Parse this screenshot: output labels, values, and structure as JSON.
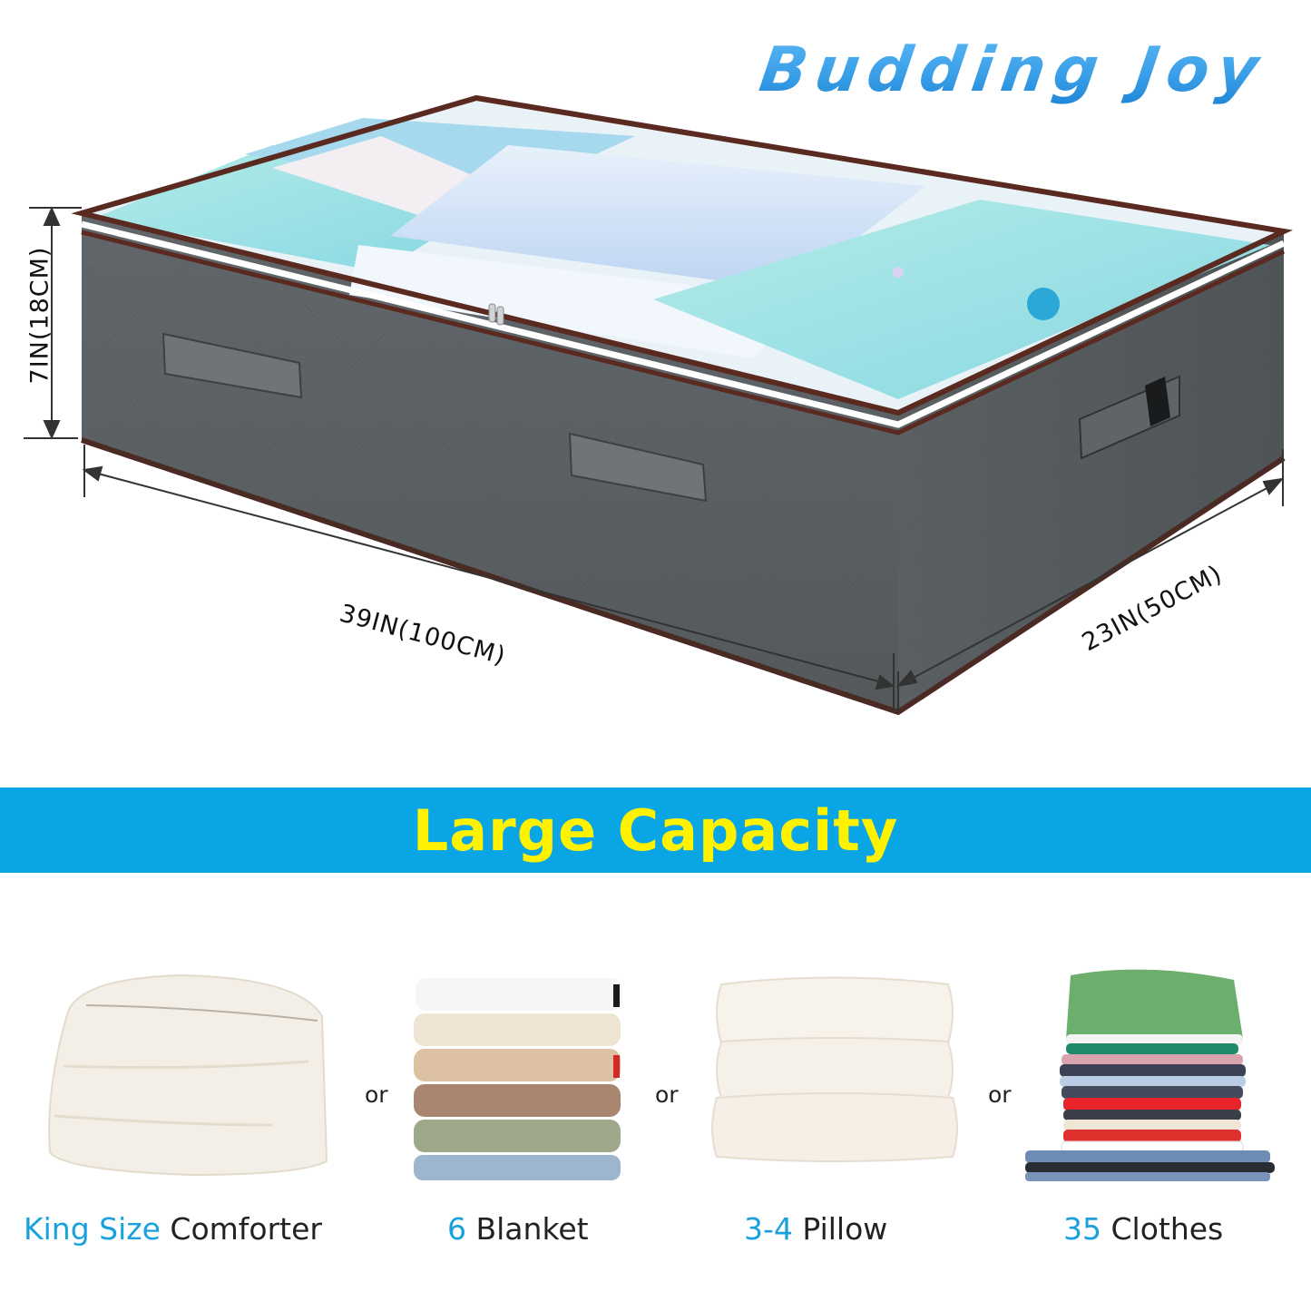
{
  "brand": {
    "name": "Budding Joy",
    "color": "#3a9fe8"
  },
  "product": {
    "type": "under-bed storage bag",
    "body_color": "#5b6064",
    "trim_color": "#5a2a20",
    "lid": "clear window with zipper",
    "handles": 3
  },
  "dimensions": {
    "height": "7IN(18CM)",
    "length": "39IN(100CM)",
    "width": "23IN(50CM)"
  },
  "banner": {
    "title": "Large Capacity",
    "bg_color": "#0aa5e4",
    "text_color": "#fff200"
  },
  "capacity_items": [
    {
      "highlight": "King Size",
      "label": "Comforter",
      "icon": "folded-comforter-image"
    },
    {
      "highlight": "6",
      "label": "Blanket",
      "icon": "blanket-stack-image"
    },
    {
      "highlight": "3-4",
      "label": "Pillow",
      "icon": "pillow-stack-image"
    },
    {
      "highlight": "35",
      "label": "Clothes",
      "icon": "clothes-stack-image"
    }
  ],
  "separator": "or",
  "accent_color": "#1aa1dd"
}
